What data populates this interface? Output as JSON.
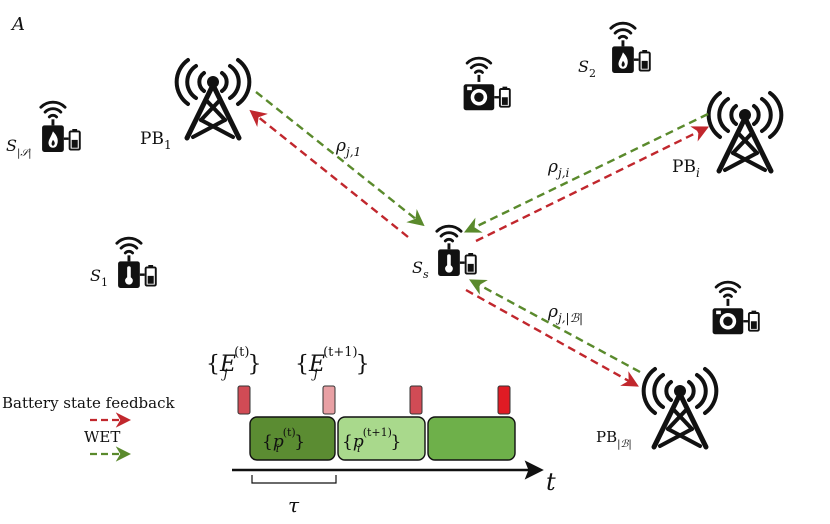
{
  "panel_label": "A",
  "towers": [
    {
      "id": "pb1",
      "label": "PB",
      "sub": "1"
    },
    {
      "id": "pbi",
      "label": "PB",
      "sub": "i"
    },
    {
      "id": "pbB",
      "label": "PB",
      "sub": "|ℬ|"
    }
  ],
  "sensors": [
    {
      "id": "s-S",
      "label": "S",
      "sub": "|𝒮|",
      "kind": "flame"
    },
    {
      "id": "s-2",
      "label": "S",
      "sub": "2",
      "kind": "flame"
    },
    {
      "id": "s-1",
      "label": "S",
      "sub": "1",
      "kind": "thermometer"
    },
    {
      "id": "s-s",
      "label": "S",
      "sub": "s",
      "kind": "thermometer"
    }
  ],
  "links": [
    {
      "id": "rho-1",
      "label": "ρ",
      "sub": "j,1"
    },
    {
      "id": "rho-i",
      "label": "ρ",
      "sub": "j,i"
    },
    {
      "id": "rho-B",
      "label": "ρ",
      "sub": "j,|ℬ|"
    }
  ],
  "energy_labels": [
    {
      "id": "E-t",
      "open": "{",
      "label": "E",
      "sub": "j",
      "sup": "(t)",
      "close": "}"
    },
    {
      "id": "E-t1",
      "open": "{",
      "label": "E",
      "sub": "j",
      "sup": "(t+1)",
      "close": "}"
    }
  ],
  "power_blocks": [
    {
      "id": "p-t",
      "open": "{",
      "label": "p",
      "sub": "i",
      "sup": "(t)",
      "close": "}"
    },
    {
      "id": "p-t1",
      "open": "{",
      "label": "p",
      "sub": "i",
      "sup": "(t+1)",
      "close": "}"
    },
    {
      "id": "p-next",
      "open": "",
      "label": "",
      "sub": "",
      "sup": "",
      "close": ""
    }
  ],
  "legend": {
    "feedback": "Battery state feedback",
    "wet": "WET"
  },
  "timeline": {
    "axis": "t",
    "period": "τ"
  },
  "colors": {
    "feedback": "#c1272d",
    "wet": "#5a8a2c",
    "block_dark": "#5b8c32",
    "block_light": "#a9d98c",
    "block_mid": "#6eb04a",
    "battery_bars": [
      "#d14b55",
      "#e8a0a4",
      "#d14b55",
      "#e01b24"
    ]
  }
}
